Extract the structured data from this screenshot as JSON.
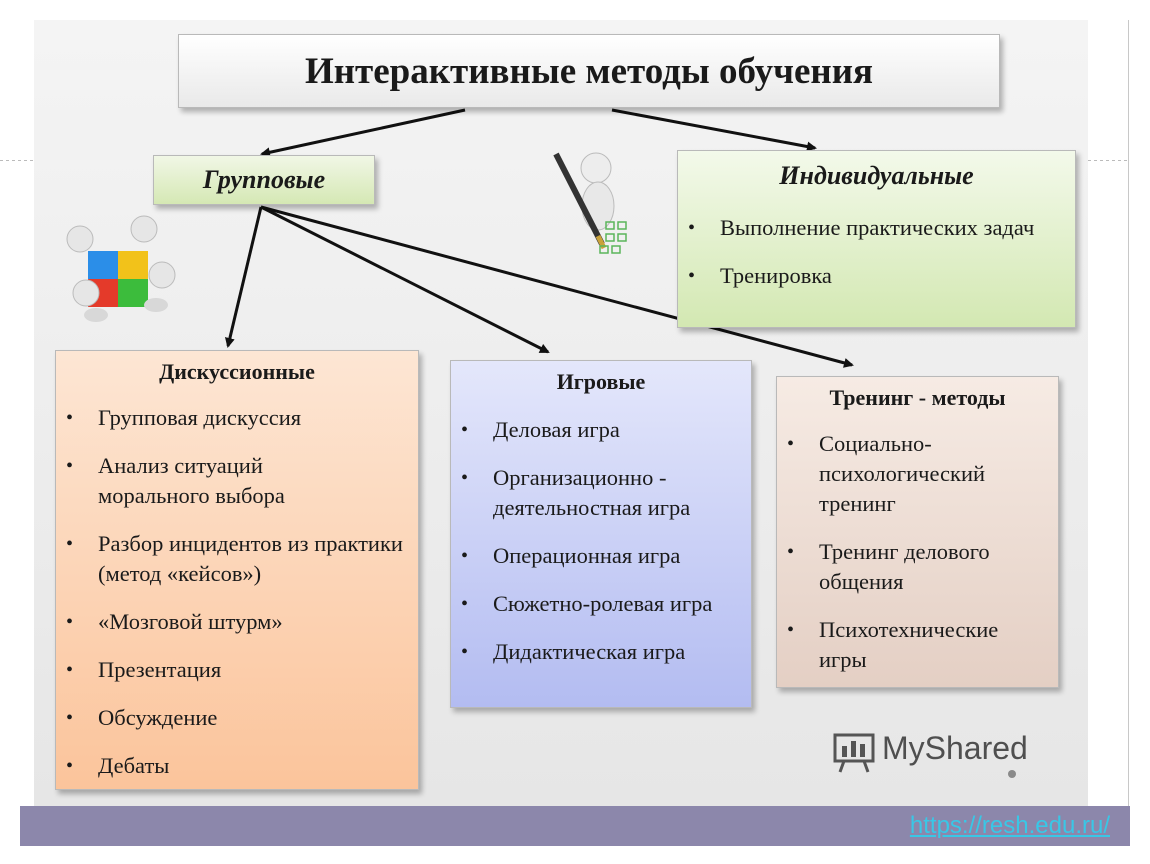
{
  "title": "Интерактивные методы обучения",
  "group": {
    "label": "Групповые"
  },
  "individual": {
    "label": "Индивидуальные",
    "items": [
      "Выполнение практических задач",
      "Тренировка"
    ]
  },
  "discussion": {
    "title": "Дискуссионные",
    "items": [
      "Групповая дискуссия",
      "Анализ ситуаций морального выбора",
      "Разбор инцидентов из практики (метод «кейсов»)",
      "«Мозговой штурм»",
      "Презентация",
      "Обсуждение",
      "Дебаты"
    ]
  },
  "games": {
    "title": "Игровые",
    "items": [
      "Деловая игра",
      "Организационно - деятельностная игра",
      "Операционная игра",
      "Сюжетно-ролевая игра",
      "Дидактическая игра"
    ]
  },
  "training": {
    "title": "Тренинг - методы",
    "items": [
      "Социально-психологический тренинг",
      "Тренинг делового общения",
      "Психотехнические игры"
    ]
  },
  "logo": {
    "text": "MyShared"
  },
  "footer": {
    "link": "https://resh.edu.ru/"
  },
  "colors": {
    "footer_bar": "#8c87ab",
    "link": "#39c7e6",
    "green_box": "#d5e8b4",
    "orange_box": "#fbc49b",
    "blue_box": "#b3bcf1",
    "tan_box": "#e4cfc4"
  },
  "icons": [
    "puzzle-people-icon",
    "person-with-pen-checklist-icon",
    "myshared-logo-icon"
  ]
}
